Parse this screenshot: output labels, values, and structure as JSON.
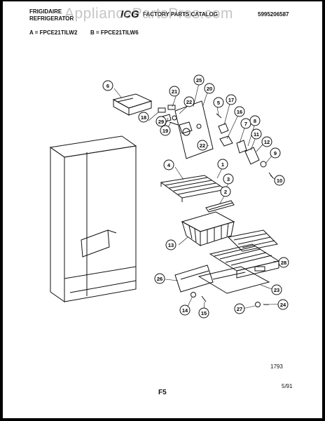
{
  "header": {
    "brand_line1": "FRIGIDAIRE",
    "brand_line2": "REFRIGERATOR",
    "logo_text": "ICG",
    "catalog_title": "FACTORY PARTS CATALOG",
    "catalog_number": "5995206587",
    "model_a": "A = FPCE21TILW2",
    "model_b": "B = FPCE21TILW6"
  },
  "watermark": "AppliancePartsPros.com",
  "callouts": [
    "1",
    "2",
    "3",
    "4",
    "5",
    "6",
    "7",
    "8",
    "9",
    "10",
    "11",
    "12",
    "13",
    "14",
    "15",
    "16",
    "17",
    "18",
    "19",
    "20",
    "21",
    "22",
    "22",
    "23",
    "24",
    "25",
    "26",
    "27",
    "28",
    "29"
  ],
  "footer": {
    "drawing_number": "1793",
    "page_code": "F5",
    "date": "5/91"
  },
  "colors": {
    "background": "#ffffff",
    "line": "#111111",
    "watermark": "#969696"
  }
}
